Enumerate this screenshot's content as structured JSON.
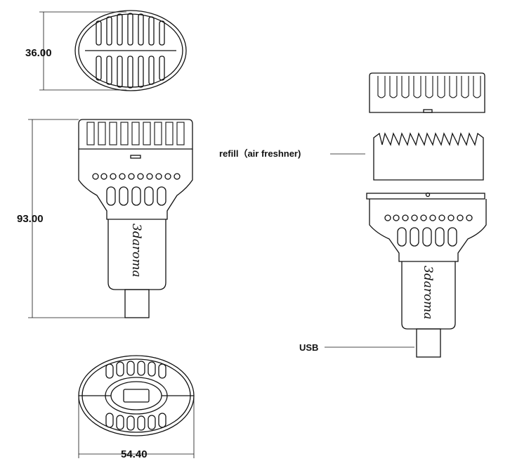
{
  "dimensions": {
    "height_top_view": "36.00",
    "height_side_view": "93.00",
    "width_bottom_view": "54.40"
  },
  "labels": {
    "refill": "refill（air freshner)",
    "usb": "USB"
  },
  "brand": {
    "left_side_view": "3daroma",
    "exploded_view": "3daroma"
  }
}
